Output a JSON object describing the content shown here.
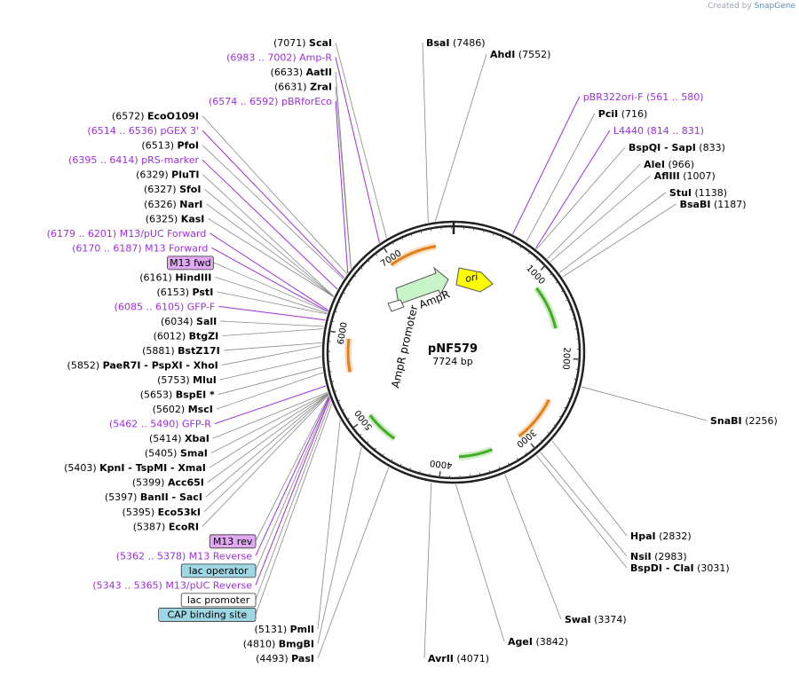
{
  "credit": {
    "prefix": "Created by",
    "brand": "SnapGene"
  },
  "plasmid": {
    "name": "pNF579",
    "length_label": "7724 bp",
    "length_bp": 7724
  },
  "colors": {
    "site_line": "#888888",
    "primer": "#9b30d9",
    "ring": "#222222",
    "ampR_fill": "#c8f5c8",
    "ori_fill": "#ffff00",
    "orange_arrow": "#e07a10",
    "green_arrow": "#3aaa1a",
    "m13_box": "#e2a9f3",
    "lac_box": "#9fd6e3"
  },
  "ruler": [
    "1000",
    "2000",
    "3000",
    "4000",
    "5000",
    "6000",
    "7000"
  ],
  "features": [
    {
      "label": "AmpR",
      "type": "cds",
      "color": "#c8f5c8"
    },
    {
      "label": "ori",
      "type": "rep_origin",
      "color": "#ffff00"
    },
    {
      "label": "AmpR promoter",
      "type": "promoter",
      "color": "#ffffff"
    }
  ],
  "labels": [
    {
      "bp": 7071,
      "pos": "(7071)",
      "name": "ScaI",
      "side": "L",
      "kind": "site"
    },
    {
      "bp": 6992,
      "pos": "(6983 .. 7002)",
      "name": "Amp-R",
      "side": "L",
      "kind": "primer"
    },
    {
      "bp": 6633,
      "pos": "(6633)",
      "name": "AatII",
      "side": "L",
      "kind": "site"
    },
    {
      "bp": 6631,
      "pos": "(6631)",
      "name": "ZraI",
      "side": "L",
      "kind": "site"
    },
    {
      "bp": 6583,
      "pos": "(6574 .. 6592)",
      "name": "pBRforEco",
      "side": "L",
      "kind": "primer"
    },
    {
      "bp": 6572,
      "pos": "(6572)",
      "name": "EcoO109I",
      "side": "L",
      "kind": "site"
    },
    {
      "bp": 6525,
      "pos": "(6514 .. 6536)",
      "name": "pGEX 3'",
      "side": "L",
      "kind": "primer"
    },
    {
      "bp": 6513,
      "pos": "(6513)",
      "name": "PfoI",
      "side": "L",
      "kind": "site"
    },
    {
      "bp": 6404,
      "pos": "(6395 .. 6414)",
      "name": "pRS-marker",
      "side": "L",
      "kind": "primer"
    },
    {
      "bp": 6329,
      "pos": "(6329)",
      "name": "PluTI",
      "side": "L",
      "kind": "site"
    },
    {
      "bp": 6327,
      "pos": "(6327)",
      "name": "SfoI",
      "side": "L",
      "kind": "site"
    },
    {
      "bp": 6326,
      "pos": "(6326)",
      "name": "NarI",
      "side": "L",
      "kind": "site"
    },
    {
      "bp": 6325,
      "pos": "(6325)",
      "name": "KasI",
      "side": "L",
      "kind": "site"
    },
    {
      "bp": 6190,
      "pos": "(6179 .. 6201)",
      "name": "M13/pUC Forward",
      "side": "L",
      "kind": "primer"
    },
    {
      "bp": 6178,
      "pos": "(6170 .. 6187)",
      "name": "M13 Forward",
      "side": "L",
      "kind": "primer"
    },
    {
      "bp": 6175,
      "pos": "",
      "name": "M13 fwd",
      "side": "L",
      "kind": "box",
      "box": "m13"
    },
    {
      "bp": 6161,
      "pos": "(6161)",
      "name": "HindIII",
      "side": "L",
      "kind": "site"
    },
    {
      "bp": 6153,
      "pos": "(6153)",
      "name": "PstI",
      "side": "L",
      "kind": "site"
    },
    {
      "bp": 6095,
      "pos": "(6085 .. 6105)",
      "name": "GFP-F",
      "side": "L",
      "kind": "primer"
    },
    {
      "bp": 6034,
      "pos": "(6034)",
      "name": "SalI",
      "side": "L",
      "kind": "site"
    },
    {
      "bp": 6012,
      "pos": "(6012)",
      "name": "BtgZI",
      "side": "L",
      "kind": "site"
    },
    {
      "bp": 5881,
      "pos": "(5881)",
      "name": "BstZ17I",
      "side": "L",
      "kind": "site"
    },
    {
      "bp": 5852,
      "pos": "(5852)",
      "name": "PaeR7I  - PspXI  - XhoI",
      "side": "L",
      "kind": "site"
    },
    {
      "bp": 5753,
      "pos": "(5753)",
      "name": "MluI",
      "side": "L",
      "kind": "site"
    },
    {
      "bp": 5653,
      "pos": "(5653)",
      "name": "BspEI *",
      "side": "L",
      "kind": "site"
    },
    {
      "bp": 5602,
      "pos": "(5602)",
      "name": "MscI",
      "side": "L",
      "kind": "site"
    },
    {
      "bp": 5476,
      "pos": "(5462 .. 5490)",
      "name": "GFP-R",
      "side": "L",
      "kind": "primer"
    },
    {
      "bp": 5414,
      "pos": "(5414)",
      "name": "XbaI",
      "side": "L",
      "kind": "site"
    },
    {
      "bp": 5405,
      "pos": "(5405)",
      "name": "SmaI",
      "side": "L",
      "kind": "site"
    },
    {
      "bp": 5403,
      "pos": "(5403)",
      "name": "KpnI  - TspMI  - XmaI",
      "side": "L",
      "kind": "site"
    },
    {
      "bp": 5399,
      "pos": "(5399)",
      "name": "Acc65I",
      "side": "L",
      "kind": "site"
    },
    {
      "bp": 5397,
      "pos": "(5397)",
      "name": "BanII  - SacI",
      "side": "L",
      "kind": "site"
    },
    {
      "bp": 5395,
      "pos": "(5395)",
      "name": "Eco53kI",
      "side": "L",
      "kind": "site"
    },
    {
      "bp": 5387,
      "pos": "(5387)",
      "name": "EcoRI",
      "side": "L",
      "kind": "site"
    },
    {
      "bp": 5380,
      "pos": "",
      "name": "M13 rev",
      "side": "L",
      "kind": "box",
      "box": "m13"
    },
    {
      "bp": 5370,
      "pos": "(5362 .. 5378)",
      "name": "M13 Reverse",
      "side": "L",
      "kind": "primer"
    },
    {
      "bp": 5360,
      "pos": "",
      "name": "lac operator",
      "side": "L",
      "kind": "box",
      "box": "lac"
    },
    {
      "bp": 5354,
      "pos": "(5343 .. 5365)",
      "name": "M13/pUC Reverse",
      "side": "L",
      "kind": "primer"
    },
    {
      "bp": 5330,
      "pos": "",
      "name": "lac promoter",
      "side": "L",
      "kind": "box",
      "box": "white"
    },
    {
      "bp": 5300,
      "pos": "",
      "name": "CAP binding site",
      "side": "L",
      "kind": "box",
      "box": "lac"
    },
    {
      "bp": 5131,
      "pos": "(5131)",
      "name": "PmlI",
      "side": "L",
      "kind": "site"
    },
    {
      "bp": 4810,
      "pos": "(4810)",
      "name": "BmgBI",
      "side": "L",
      "kind": "site"
    },
    {
      "bp": 4493,
      "pos": "(4493)",
      "name": "PasI",
      "side": "L",
      "kind": "site"
    },
    {
      "bp": 7486,
      "pos": "(7486)",
      "name": "BsaI",
      "side": "R",
      "kind": "site"
    },
    {
      "bp": 7552,
      "pos": "(7552)",
      "name": "AhdI",
      "side": "R",
      "kind": "site"
    },
    {
      "bp": 570,
      "pos": "(561 .. 580)",
      "name": "pBR322ori-F",
      "side": "R",
      "kind": "primer"
    },
    {
      "bp": 716,
      "pos": "(716)",
      "name": "PciI",
      "side": "R",
      "kind": "site"
    },
    {
      "bp": 822,
      "pos": "(814 .. 831)",
      "name": "L4440",
      "side": "R",
      "kind": "primer"
    },
    {
      "bp": 833,
      "pos": "(833)",
      "name": "BspQI  - SapI",
      "side": "R",
      "kind": "site"
    },
    {
      "bp": 966,
      "pos": "(966)",
      "name": "AleI",
      "side": "R",
      "kind": "site"
    },
    {
      "bp": 1007,
      "pos": "(1007)",
      "name": "AflIII",
      "side": "R",
      "kind": "site"
    },
    {
      "bp": 1138,
      "pos": "(1138)",
      "name": "StuI",
      "side": "R",
      "kind": "site"
    },
    {
      "bp": 1187,
      "pos": "(1187)",
      "name": "BsaBI",
      "side": "R",
      "kind": "site"
    },
    {
      "bp": 2256,
      "pos": "(2256)",
      "name": "SnaBI",
      "side": "R",
      "kind": "site"
    },
    {
      "bp": 2832,
      "pos": "(2832)",
      "name": "HpaI",
      "side": "R",
      "kind": "site"
    },
    {
      "bp": 2983,
      "pos": "(2983)",
      "name": "NsiI",
      "side": "R",
      "kind": "site"
    },
    {
      "bp": 3031,
      "pos": "(3031)",
      "name": "BspDI  - ClaI",
      "side": "R",
      "kind": "site"
    },
    {
      "bp": 3374,
      "pos": "(3374)",
      "name": "SwaI",
      "side": "R",
      "kind": "site"
    },
    {
      "bp": 3842,
      "pos": "(3842)",
      "name": "AgeI",
      "side": "R",
      "kind": "site"
    },
    {
      "bp": 4071,
      "pos": "(4071)",
      "name": "AvrII",
      "side": "R",
      "kind": "site"
    }
  ]
}
